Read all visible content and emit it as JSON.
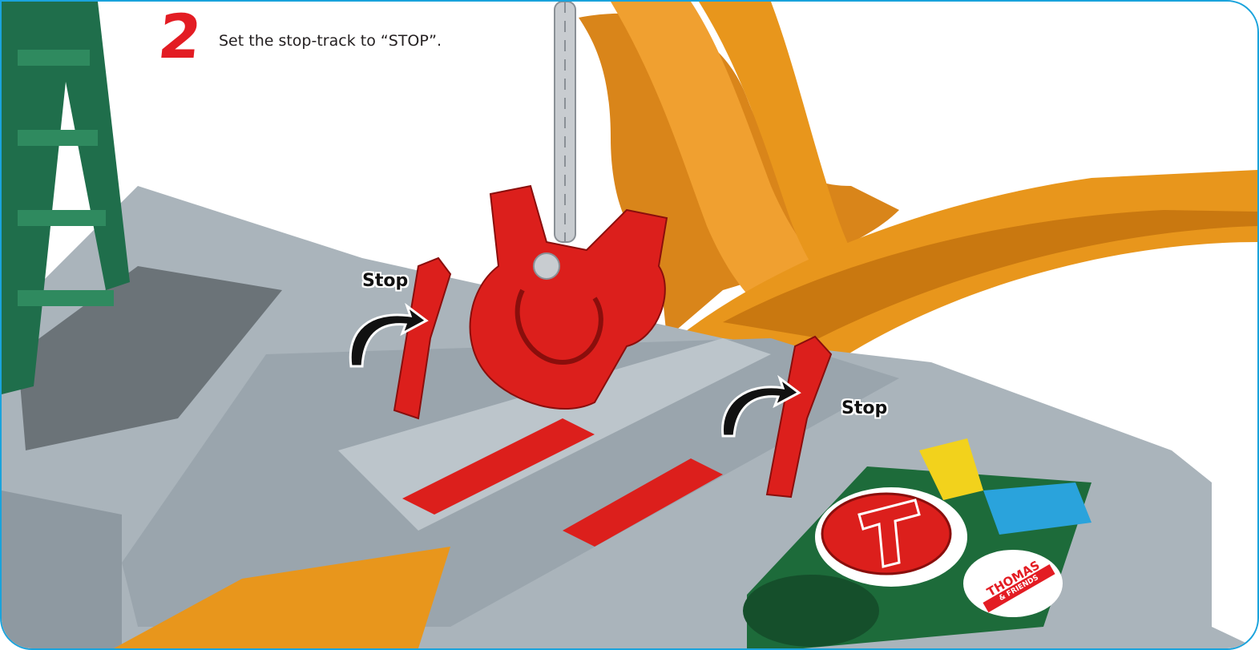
{
  "step": {
    "number": "2",
    "instruction": "Set the stop-track to “STOP”."
  },
  "callouts": {
    "stop_left": "Stop",
    "stop_right": "Stop"
  },
  "logo": {
    "line1": "THOMAS",
    "line2": "& FRIENDS"
  },
  "colors": {
    "frame": "#1aa3dc",
    "track_gray": "#a9b3ba",
    "rail_orange": "#e8961c",
    "tower_green": "#1f6e4b",
    "part_red": "#dc1f1c",
    "chain_gray": "#c8ccd0",
    "panel_green": "#1d6b3a",
    "arrow_black": "#111111"
  }
}
